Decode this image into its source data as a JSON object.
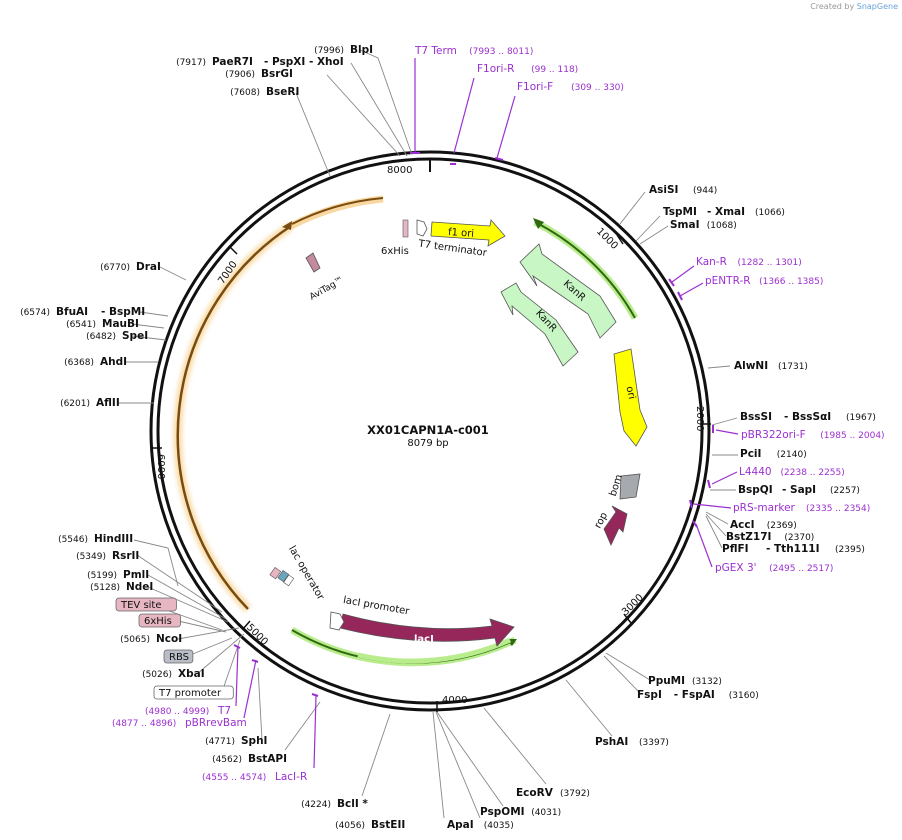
{
  "credit": {
    "prefix": "Created by",
    "brand": "SnapGene"
  },
  "plasmid": {
    "name": "XX01CAPN1A-c001",
    "length": "8079 bp"
  },
  "ruler_ticks": [
    "1000",
    "2000",
    "3000",
    "4000",
    "5000",
    "6000",
    "7000",
    "8000"
  ],
  "enzymes": [
    {
      "name": "BlpI",
      "pos": "(7996)"
    },
    {
      "name": "PaeR7I",
      "pos": "(7917)",
      "tail": "- PspXI  - XhoI"
    },
    {
      "name": "BsrGI",
      "pos": "(7906)"
    },
    {
      "name": "BseRI",
      "pos": "(7608)"
    },
    {
      "name": "AsiSI",
      "pos": "(944)"
    },
    {
      "name": "TspMI",
      "pos": "(1066)",
      "tail": "- XmaI"
    },
    {
      "name": "SmaI",
      "pos": "(1068)"
    },
    {
      "name": "AlwNI",
      "pos": "(1731)"
    },
    {
      "name": "BssSI",
      "pos": "(1967)",
      "tail": "- BssSαI"
    },
    {
      "name": "PciI",
      "pos": "(2140)"
    },
    {
      "name": "BspQI",
      "pos": "(2257)",
      "tail": "- SapI"
    },
    {
      "name": "AccI",
      "pos": "(2369)"
    },
    {
      "name": "BstZ17I",
      "pos": "(2370)"
    },
    {
      "name": "PflFI",
      "pos": "(2395)",
      "tail": "- Tth111I"
    },
    {
      "name": "PpuMI",
      "pos": "(3132)"
    },
    {
      "name": "FspI",
      "pos": "(3160)",
      "tail": "- FspAI"
    },
    {
      "name": "PshAI",
      "pos": "(3397)"
    },
    {
      "name": "EcoRV",
      "pos": "(3792)"
    },
    {
      "name": "PspOMI",
      "pos": "(4031)"
    },
    {
      "name": "ApaI",
      "pos": "(4035)"
    },
    {
      "name": "BstEII",
      "pos": "(4056)"
    },
    {
      "name": "BclI *",
      "pos": "(4224)"
    },
    {
      "name": "BstAPI",
      "pos": "(4562)"
    },
    {
      "name": "SphI",
      "pos": "(4771)"
    },
    {
      "name": "XbaI",
      "pos": "(5026)"
    },
    {
      "name": "NcoI",
      "pos": "(5065)"
    },
    {
      "name": "NdeI",
      "pos": "(5128)"
    },
    {
      "name": "PmlI",
      "pos": "(5199)"
    },
    {
      "name": "RsrII",
      "pos": "(5349)"
    },
    {
      "name": "HindIII",
      "pos": "(5546)"
    },
    {
      "name": "AflII",
      "pos": "(6201)"
    },
    {
      "name": "AhdI",
      "pos": "(6368)"
    },
    {
      "name": "SpeI",
      "pos": "(6482)"
    },
    {
      "name": "MauBI",
      "pos": "(6541)"
    },
    {
      "name": "BfuAI",
      "pos": "(6574)",
      "tail": "- BspMI"
    },
    {
      "name": "DraI",
      "pos": "(6770)"
    }
  ],
  "primers": [
    {
      "name": "T7 Term",
      "range": "(7993 .. 8011)"
    },
    {
      "name": "F1ori-R",
      "range": "(99 .. 118)"
    },
    {
      "name": "F1ori-F",
      "range": "(309 .. 330)"
    },
    {
      "name": "Kan-R",
      "range": "(1282 .. 1301)"
    },
    {
      "name": "pENTR-R",
      "range": "(1366 .. 1385)"
    },
    {
      "name": "pBR322ori-F",
      "range": "(1985 .. 2004)"
    },
    {
      "name": "L4440",
      "range": "(2238 .. 2255)"
    },
    {
      "name": "pRS-marker",
      "range": "(2335 .. 2354)"
    },
    {
      "name": "pGEX 3'",
      "range": "(2495 .. 2517)"
    },
    {
      "name": "T7",
      "range": "(4980 .. 4999)"
    },
    {
      "name": "pBRrevBam",
      "range": "(4877 .. 4896)"
    },
    {
      "name": "LacI-R",
      "range": "(4555 .. 4574)"
    }
  ],
  "feature_boxes": [
    {
      "name": "TEV site",
      "fill": "#e7b6c3"
    },
    {
      "name": "6xHis",
      "fill": "#e7b6c3"
    },
    {
      "name": "RBS",
      "fill": "#b9bec6"
    },
    {
      "name": "T7 promoter",
      "fill": "#ffffff"
    }
  ],
  "features": [
    "f1 ori",
    "KanR",
    "KanR",
    "ori",
    "bom",
    "rop",
    "lacI",
    "lacI promoter",
    "lac operator",
    "6xHis",
    "T7 terminator",
    "AviTag™"
  ],
  "colors": {
    "primer": "#9b30d0",
    "backbone": "#111111",
    "f1ori": "#ffff00",
    "kanr": "#c8f7c5",
    "lacI": "#96275a",
    "orange_arc": "#f5d7a0",
    "green_arc": "#98d95a"
  }
}
